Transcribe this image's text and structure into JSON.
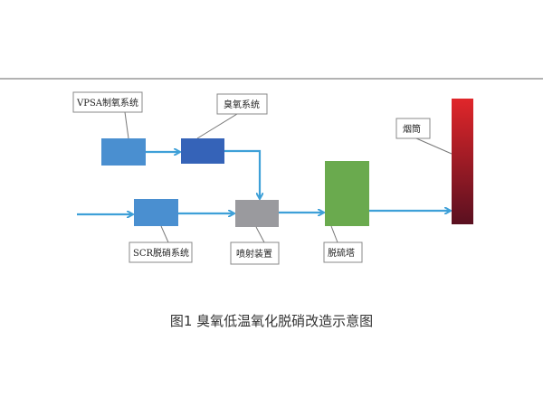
{
  "labels": {
    "vpsa": "VPSA制氧系统",
    "ozone": "臭氧系统",
    "scr": "SCR脱硝系统",
    "injection": "喷射装置",
    "desulfur": "脱硫塔",
    "chimney": "烟筒"
  },
  "caption": "图1 臭氧低温氧化脱硝改造示意图",
  "colors": {
    "vpsa_box": "#4a8fd0",
    "ozone_box": "#3563b8",
    "scr_box": "#4a8fd0",
    "injection_box": "#9a9a9e",
    "desulfur_box": "#6aaa4e",
    "chimney_top": "#e0262a",
    "chimney_bottom": "#5a1020",
    "arrow": "#3ea0d8"
  }
}
